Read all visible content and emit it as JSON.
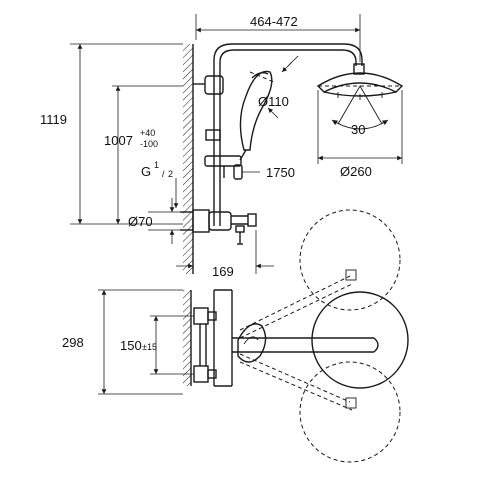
{
  "dimensions": {
    "mount_width": "464-472",
    "overall_height": "1119",
    "valve_height_main": "1007",
    "valve_height_plus": "+40",
    "valve_height_minus": "-100",
    "hand_shower_diameter": "Ø110",
    "hose_length": "1750",
    "connection_thread_main": "G",
    "connection_thread_num": "1",
    "connection_thread_den": "2",
    "escutcheon_diameter": "Ø70",
    "valve_depth": "169",
    "head_tilt_angle": "30",
    "head_diameter": "Ø260",
    "rail_depth": "298",
    "inlet_spacing_main": "150",
    "inlet_spacing_tol": "±15"
  },
  "colors": {
    "line": "#1a1a1a",
    "background": "#ffffff"
  }
}
